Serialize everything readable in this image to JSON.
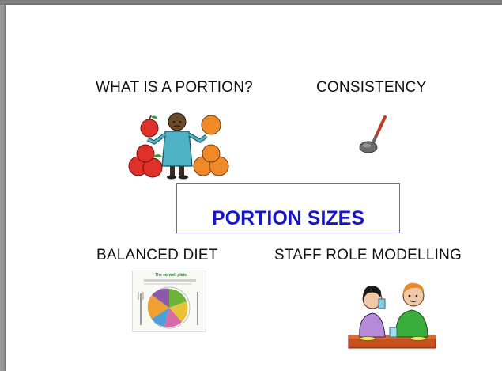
{
  "slide": {
    "labels": {
      "what_is_portion": "WHAT IS A PORTION?",
      "consistency": "CONSISTENCY",
      "balanced_diet": "BALANCED DIET",
      "staff_role_modelling": "STAFF ROLE MODELLING"
    },
    "center_title": "PORTION SIZES",
    "eatwell_plate": {
      "title": "The eatwell plate"
    }
  },
  "colors": {
    "title_blue": "#1515cc",
    "box_border": "#6666cc",
    "apple_red": "#e0302a",
    "orange": "#f08a28"
  },
  "icons": [
    "woman-with-fruit-icon",
    "ladle-icon",
    "eatwell-plate-icon",
    "people-eating-icon"
  ]
}
